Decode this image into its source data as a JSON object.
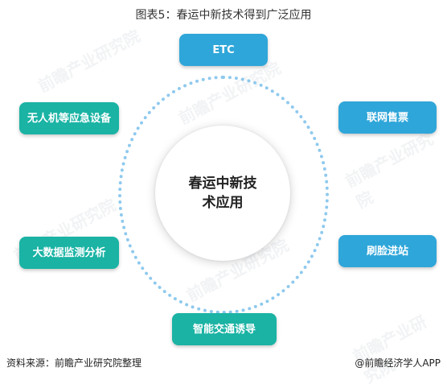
{
  "title": "图表5：春运中新技术得到广泛应用",
  "center": "春运中新技术应用",
  "nodes": {
    "etc": "ETC",
    "online_ticket": "联网售票",
    "face_scan": "刷脸进站",
    "smart_guidance": "智能交通诱导",
    "big_data": "大数据监测分析",
    "drone": "无人机等应急设备"
  },
  "watermark": "前瞻产业研究院",
  "footer": {
    "source": "资料来源：前瞻产业研究院整理",
    "credit": "@前瞻经济学人APP"
  },
  "colors": {
    "blue_node": "#2fa6d9",
    "teal_node": "#1ab3a4",
    "ring_dots": "#8ec9ee"
  }
}
